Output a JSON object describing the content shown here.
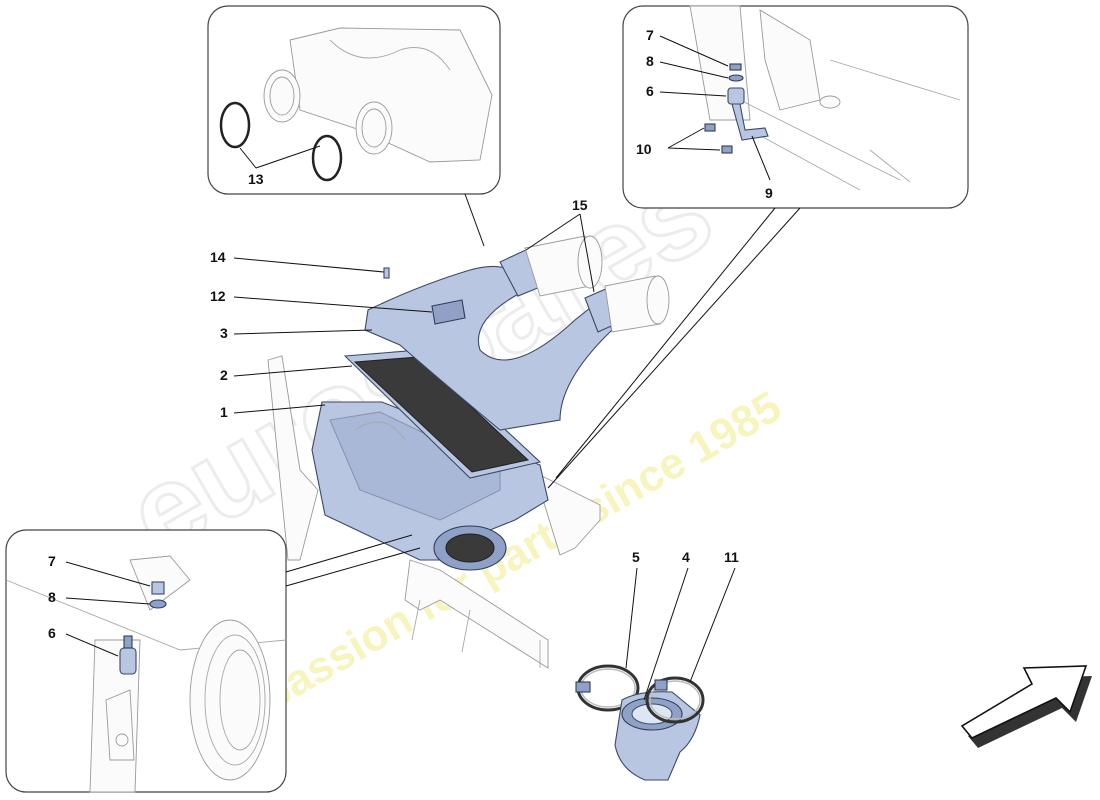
{
  "watermark": {
    "logo": "eurospares",
    "tagline": "a passion for parts since 1985"
  },
  "callouts": {
    "n1": "1",
    "n2": "2",
    "n3": "3",
    "n4": "4",
    "n5": "5",
    "n11": "11",
    "n12": "12",
    "n14": "14",
    "n15": "15",
    "inset_top_left_13": "13",
    "inset_top_right_7": "7",
    "inset_top_right_8": "8",
    "inset_top_right_6": "6",
    "inset_top_right_10": "10",
    "inset_top_right_9": "9",
    "inset_bottom_left_7": "7",
    "inset_bottom_left_8": "8",
    "inset_bottom_left_6": "6"
  },
  "colors": {
    "highlight_part": "#b9c6e2",
    "watermark_tagline": "#f1ec8a"
  },
  "icons": {
    "direction": "direction-arrow-icon"
  }
}
